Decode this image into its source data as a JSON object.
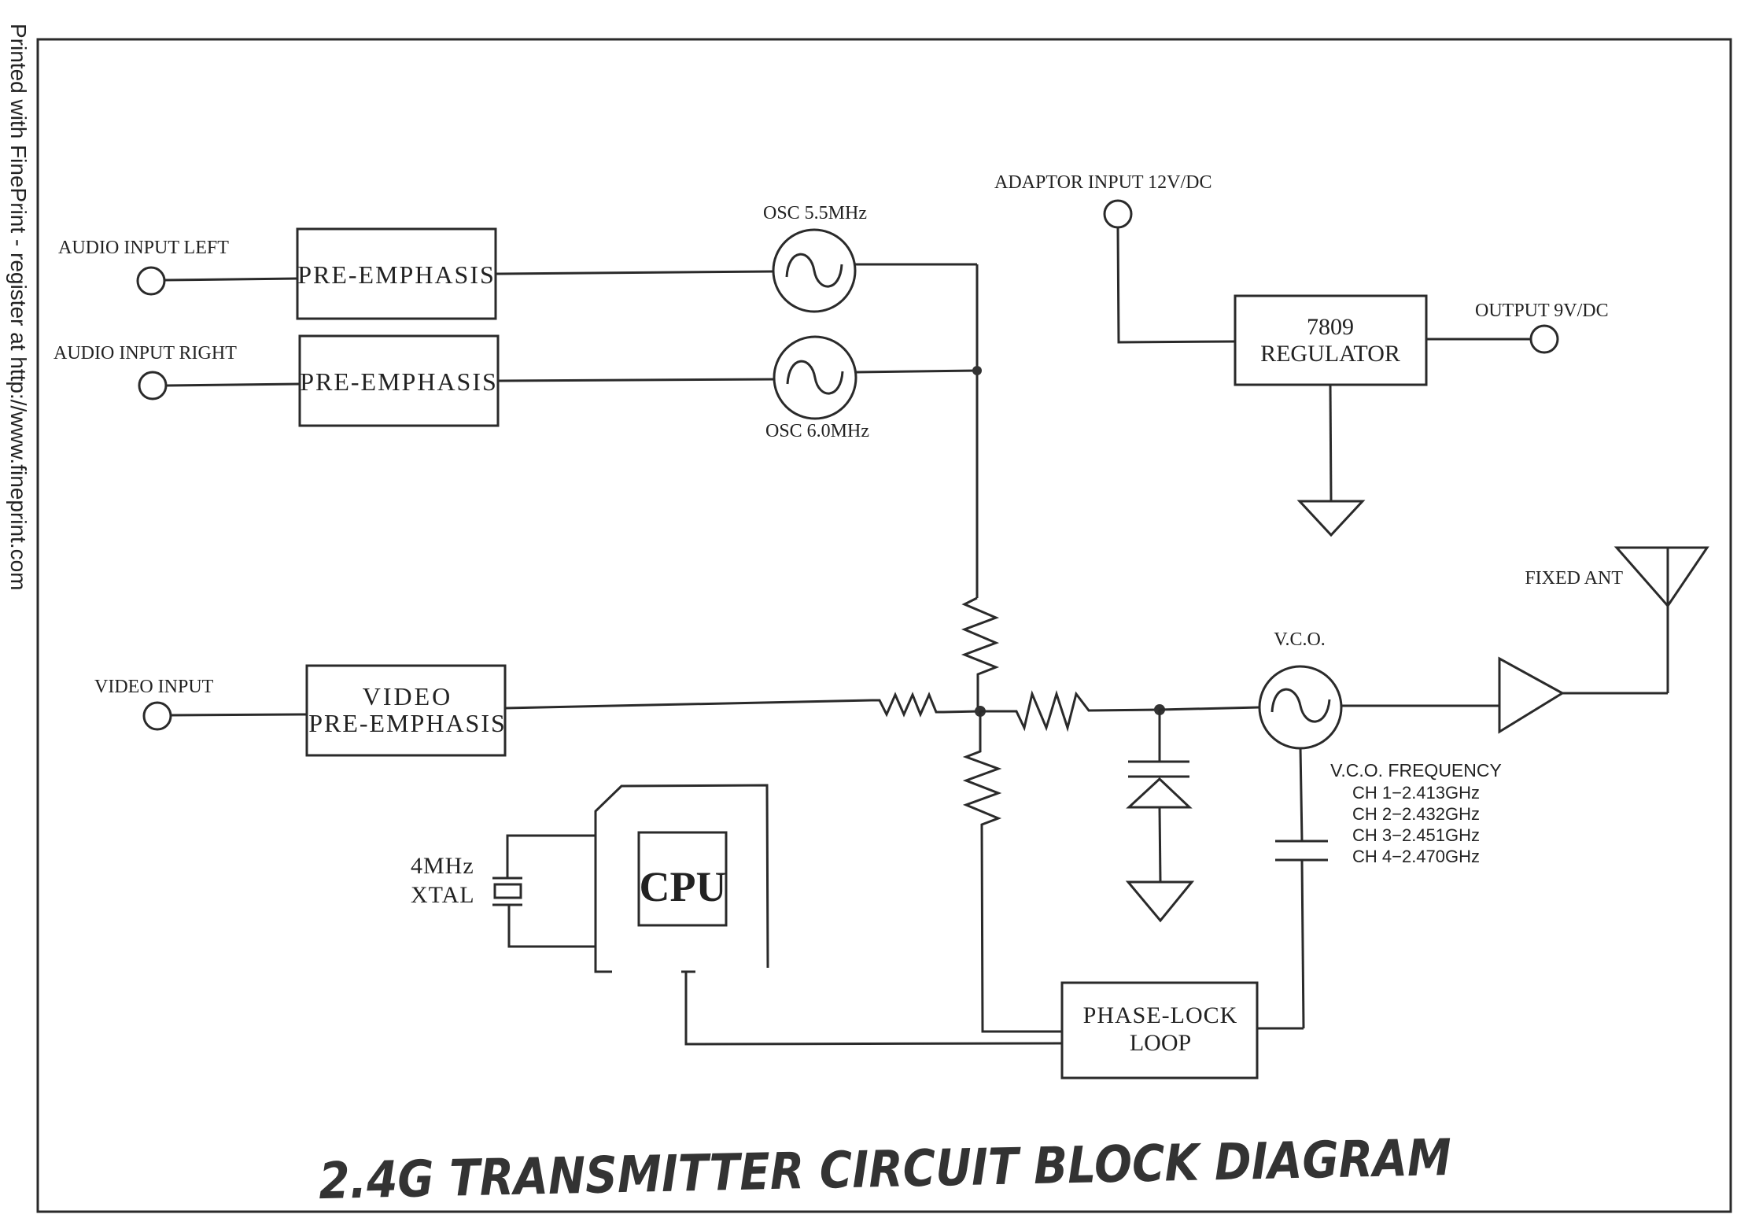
{
  "watermark": "Printed with FinePrint - register at http://www.fineprint.com",
  "title": "2.4G TRANSMITTER CIRCUIT BLOCK DIAGRAM",
  "inputs": {
    "audio_left": "AUDIO INPUT LEFT",
    "audio_right": "AUDIO INPUT RIGHT",
    "video": "VIDEO INPUT",
    "adaptor": "ADAPTOR INPUT 12V/DC",
    "output": "OUTPUT 9V/DC"
  },
  "blocks": {
    "pre_emphasis_left": "PRE-EMPHASIS",
    "pre_emphasis_right": "PRE-EMPHASIS",
    "video_pre_emphasis_line1": "VIDEO",
    "video_pre_emphasis_line2": "PRE-EMPHASIS",
    "regulator_line1": "7809",
    "regulator_line2": "REGULATOR",
    "cpu": "CPU",
    "pll_line1": "PHASE-LOCK",
    "pll_line2": "LOOP"
  },
  "oscillators": {
    "osc1": "OSC 5.5MHz",
    "osc2": "OSC 6.0MHz",
    "vco": "V.C.O."
  },
  "crystal": {
    "line1": "4MHz",
    "line2": "XTAL"
  },
  "antenna": "FIXED ANT",
  "vco_frequency": {
    "heading": "V.C.O. FREQUENCY",
    "channels": [
      "CH 1−2.413GHz",
      "CH 2−2.432GHz",
      "CH 3−2.451GHz",
      "CH 4−2.470GHz"
    ]
  }
}
